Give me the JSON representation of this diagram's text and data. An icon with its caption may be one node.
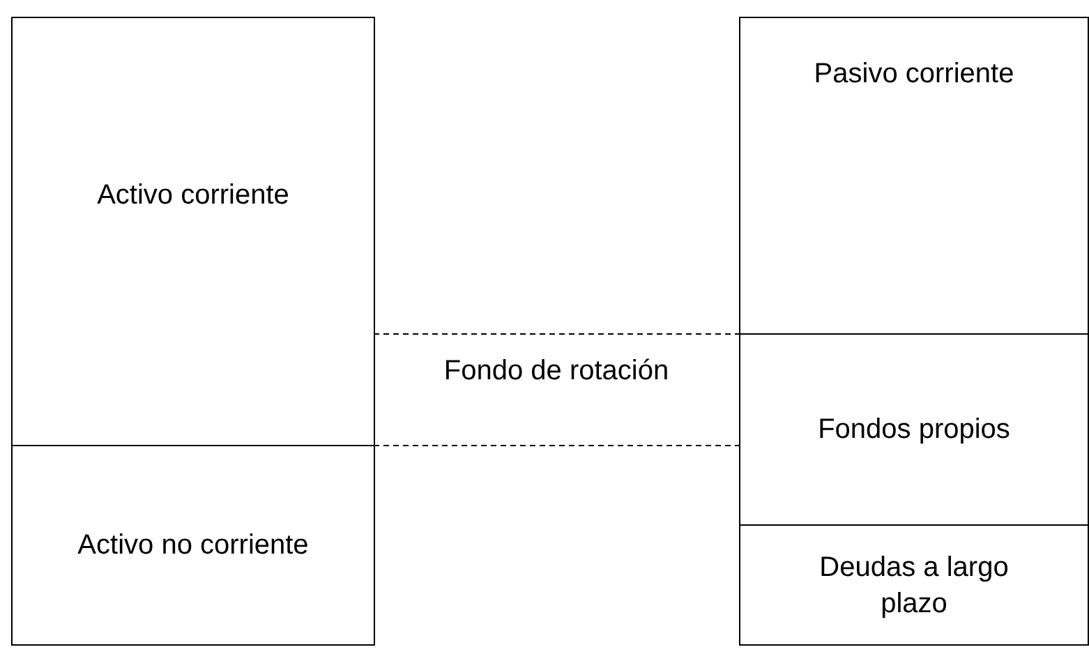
{
  "diagram": {
    "nodes": [
      {
        "text": [
          "Activo corriente"
        ]
      },
      {
        "text": [
          "Activo no corriente"
        ]
      },
      {
        "text": [
          "Pasivo corriente"
        ]
      },
      {
        "text": [
          "Fondos propios"
        ]
      },
      {
        "text": [
          "Deudas a largo plazo"
        ]
      }
    ],
    "labels": [
      "Fondo de rotación"
    ]
  }
}
